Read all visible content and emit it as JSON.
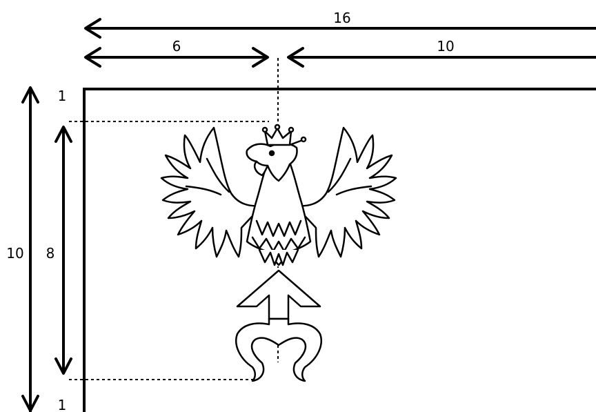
{
  "dimensions": {
    "top_total": "16",
    "top_left": "6",
    "top_right": "10",
    "left_outer": "10",
    "left_inner": "8",
    "margin_top": "1",
    "margin_bottom": "1"
  },
  "emblem": {
    "figure": "crowned-eagle-icon",
    "symbol": "arrow-anchor-icon"
  },
  "colors": {
    "stroke": "#000000",
    "background": "#ffffff"
  }
}
